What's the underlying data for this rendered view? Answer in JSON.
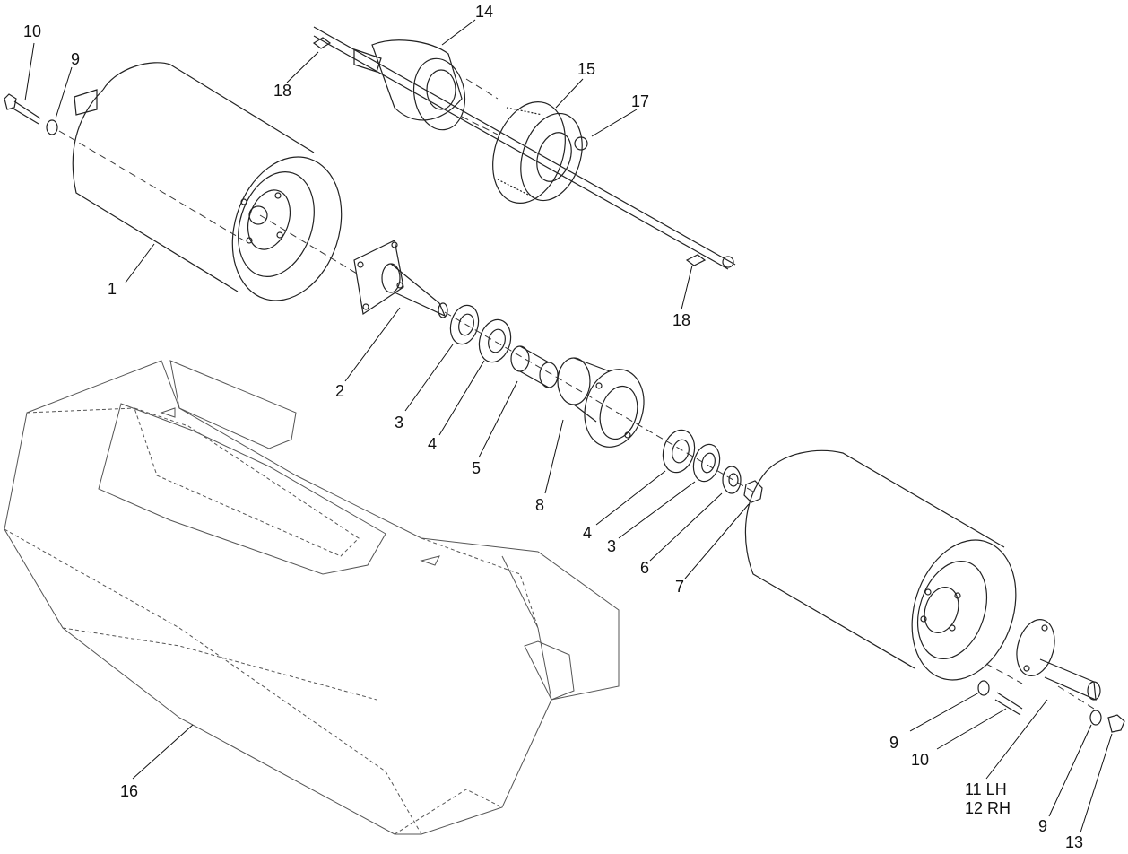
{
  "callouts": {
    "c10_top": "10",
    "c9_top": "9",
    "c14": "14",
    "c18_top": "18",
    "c15": "15",
    "c17": "17",
    "c1": "1",
    "c18_mid": "18",
    "c2": "2",
    "c3_left": "3",
    "c4_left": "4",
    "c5": "5",
    "c8": "8",
    "c4_right": "4",
    "c3_right": "3",
    "c6": "6",
    "c7": "7",
    "c9_right": "9",
    "c10_right": "10",
    "c11": "11 LH",
    "c12": "12 RH",
    "c9_bottom": "9",
    "c13": "13",
    "c16": "16"
  }
}
